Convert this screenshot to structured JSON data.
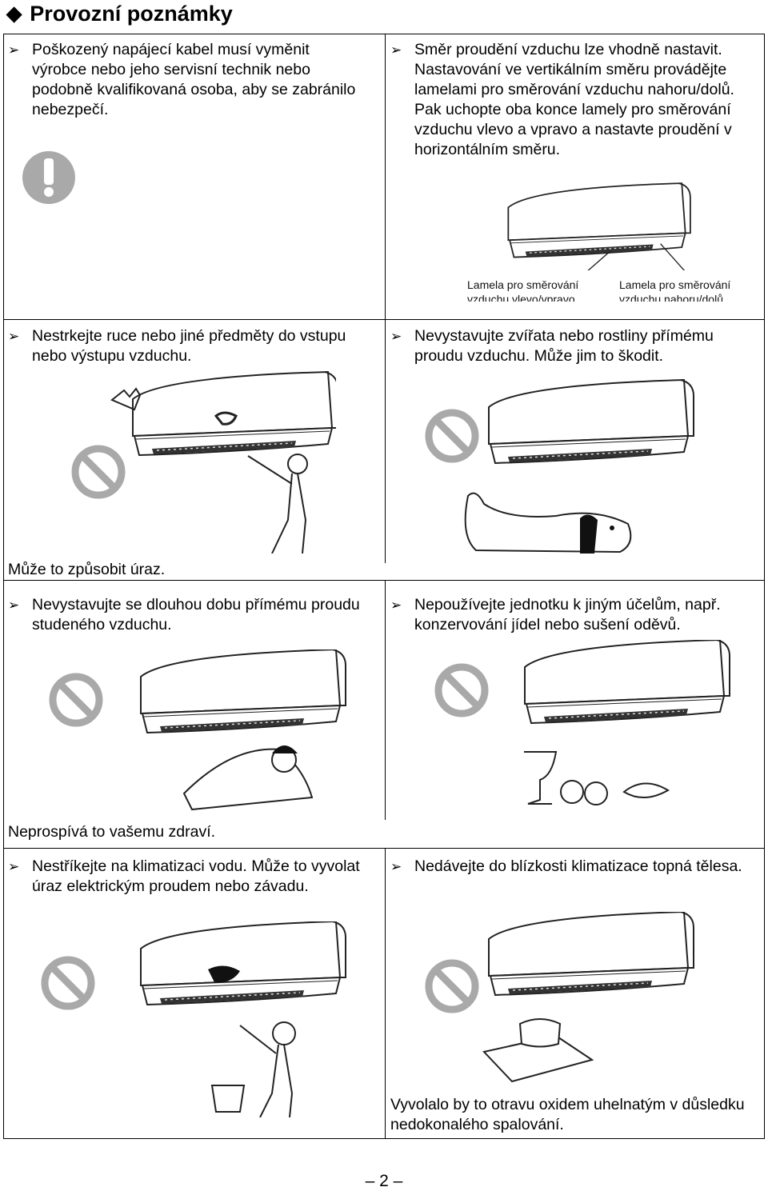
{
  "heading": {
    "bullet": "◆",
    "title": "Provozní poznámky"
  },
  "bullet_glyph": "➢",
  "notes": {
    "damaged_cable": "Poškozený napájecí kabel musí vyměnit výrobce nebo jeho servisní technik nebo podobně kvalifikovaná osoba, aby se zabránilo nebezpečí.",
    "airflow_direction": "Směr proudění vzduchu lze vhodně nastavit. Nastavování ve vertikálním směru provádějte lamelami pro směrování vzduchu nahoru/dolů. Pak uchopte oba konce lamely pro směrování vzduchu vlevo a vpravo a nastavte proudění v horizontálním směru.",
    "louver_lr_label": "Lamela pro směrování vzduchu vlevo/vpravo",
    "louver_ud_label": "Lamela pro směrování vzduchu nahoru/dolů",
    "no_hands": "Nestrkejte ruce nebo jiné předměty do vstupu nebo výstupu vzduchu.",
    "no_animals": "Nevystavujte zvířata nebo rostliny přímému proudu vzduchu. Může jim to škodit.",
    "injury": "Může to způsobit úraz.",
    "no_cold_air": "Nevystavujte se dlouhou dobu přímému proudu studeného vzduchu.",
    "no_other_use": "Nepoužívejte jednotku k jiným účelům, např. konzervování jídel nebo sušení oděvů.",
    "health": "Neprospívá to vašemu zdraví.",
    "no_water": "Nestříkejte na klimatizaci vodu. Může to vyvolat úraz elektrickým proudem nebo závadu.",
    "no_heaters": "Nedávejte do blízkosti klimatizace topná tělesa.",
    "co_poisoning": "Vyvolalo by to otravu oxidem uhelnatým v důsledku nedokonalého spalování."
  },
  "colors": {
    "icon_gray": "#a9a9a9",
    "line": "#000000"
  },
  "icons": [
    "exclamation-icon",
    "prohibition-icon"
  ],
  "page_number": "– 2 –"
}
